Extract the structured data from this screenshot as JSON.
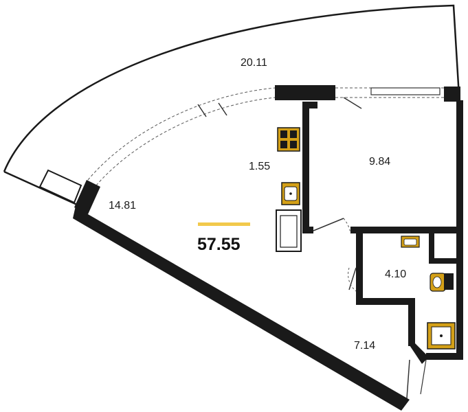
{
  "plan": {
    "total_area": "57.55",
    "rooms": [
      {
        "id": "balcony",
        "area": "20.11"
      },
      {
        "id": "kitchen",
        "area": "1.55"
      },
      {
        "id": "bedroom",
        "area": "9.84"
      },
      {
        "id": "living",
        "area": "14.81"
      },
      {
        "id": "bathroom",
        "area": "4.10"
      },
      {
        "id": "hall",
        "area": "7.14"
      }
    ],
    "colors": {
      "wall": "#1a1a1a",
      "fixture": "#d4a017",
      "accent_bar": "#f2c94c",
      "line": "#333333"
    }
  }
}
